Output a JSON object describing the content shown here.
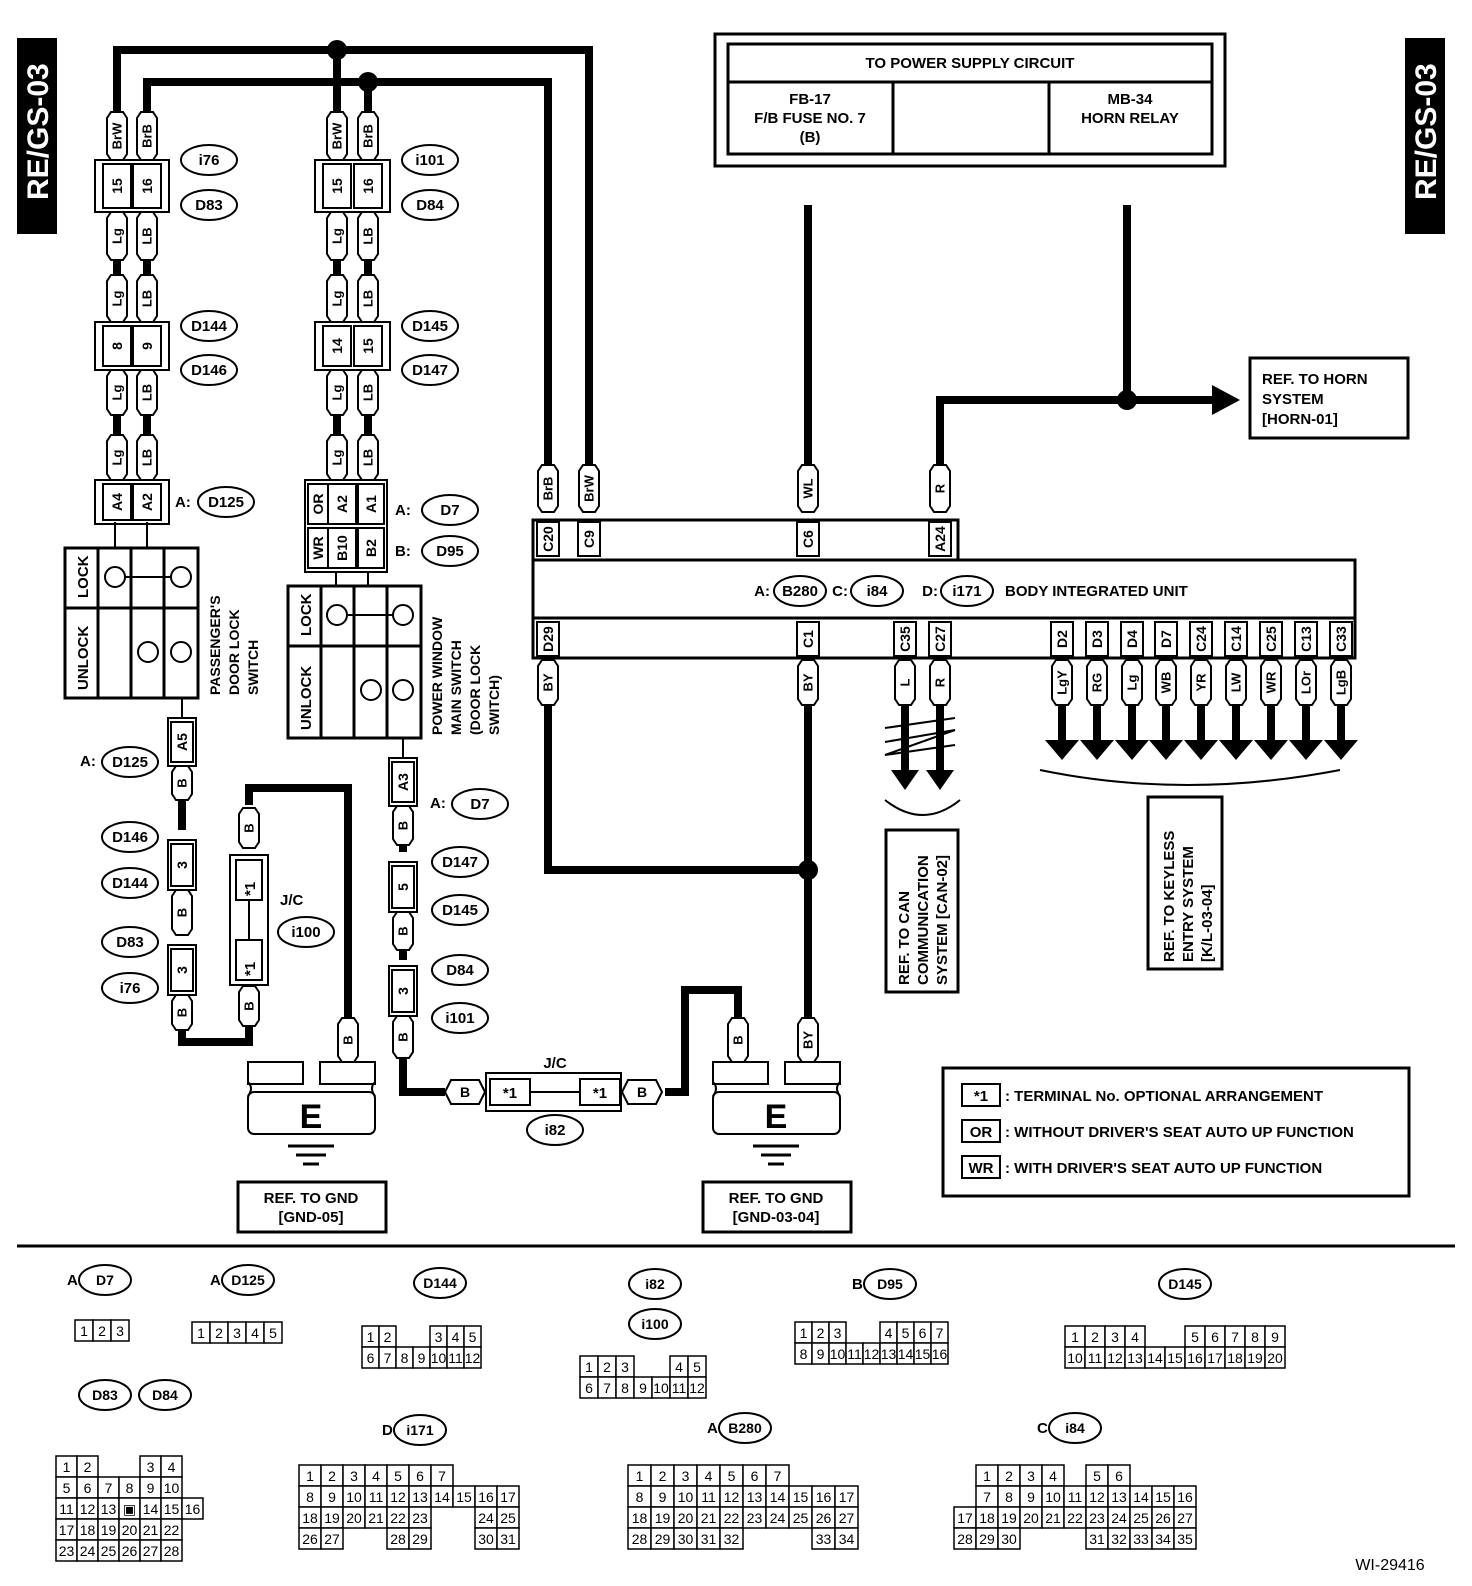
{
  "page_tag": "RE/GS-03",
  "figure_id": "WI-29416",
  "colors": {
    "ink": "#000000",
    "paper": "#ffffff"
  },
  "power_supply": {
    "title": "TO POWER SUPPLY CIRCUIT",
    "left": [
      "FB-17",
      "F/B FUSE NO. 7",
      "(B)"
    ],
    "right": [
      "MB-34",
      "HORN RELAY"
    ],
    "left_wire": "WL",
    "right_wire": "R"
  },
  "horn_ref": [
    "REF. TO HORN",
    "SYSTEM",
    "[HORN-01]"
  ],
  "left_harness": {
    "wires_top": [
      "BrW",
      "BrB"
    ],
    "conn1_pins": [
      "15",
      "16"
    ],
    "conn1_ids": [
      "i76",
      "D83"
    ],
    "wires_mid1": [
      "Lg",
      "LB"
    ],
    "wires_mid2": [
      "Lg",
      "LB"
    ],
    "conn2_pins": [
      "8",
      "9"
    ],
    "conn2_ids": [
      "D144",
      "D146"
    ],
    "wires_mid3": [
      "Lg",
      "LB"
    ],
    "wires_mid4": [
      "Lg",
      "LB"
    ],
    "conn3_pins": [
      "A4",
      "A2"
    ],
    "conn3_prefix": "A:",
    "conn3_id": "D125",
    "switch_rows": [
      "LOCK",
      "UNLOCK"
    ],
    "switch_label": [
      "PASSENGER'S",
      "DOOR LOCK",
      "SWITCH"
    ],
    "bottom_pin": "A5",
    "bottom_prefix": "A:",
    "bottom_id": "D125",
    "ground_chain": [
      {
        "wire": "B"
      },
      {
        "pin": "3",
        "ids": [
          "D146",
          "D144"
        ]
      },
      {
        "wire": "B"
      },
      {
        "pin": "3",
        "ids": [
          "D83",
          "i76"
        ]
      },
      {
        "wire": "B"
      }
    ]
  },
  "mid_harness": {
    "wires_top": [
      "BrW",
      "BrB"
    ],
    "conn1_pins": [
      "15",
      "16"
    ],
    "conn1_ids": [
      "i101",
      "D84"
    ],
    "wires_mid1": [
      "Lg",
      "LB"
    ],
    "wires_mid2": [
      "Lg",
      "LB"
    ],
    "conn2_pins": [
      "14",
      "15"
    ],
    "conn2_ids": [
      "D145",
      "D147"
    ],
    "wires_mid3": [
      "Lg",
      "LB"
    ],
    "wires_mid4": [
      "Lg",
      "LB"
    ],
    "conn3_rows": [
      [
        "OR",
        "A2",
        "A1"
      ],
      [
        "WR",
        "B10",
        "B2"
      ]
    ],
    "conn3_labels": [
      {
        "prefix": "A:",
        "id": "D7"
      },
      {
        "prefix": "B:",
        "id": "D95"
      }
    ],
    "switch_rows": [
      "LOCK",
      "UNLOCK"
    ],
    "switch_label": [
      "POWER WINDOW",
      "MAIN SWITCH",
      "(DOOR LOCK",
      "SWITCH)"
    ],
    "bottom_pin": "A3",
    "bottom_prefix": "A:",
    "bottom_id": "D7",
    "ground_chain": [
      {
        "wire": "B"
      },
      {
        "pin": "5",
        "ids": [
          "D147",
          "D145"
        ]
      },
      {
        "wire": "B"
      },
      {
        "pin": "3",
        "ids": [
          "D84",
          "i101"
        ]
      },
      {
        "wire": "B"
      }
    ]
  },
  "jc_left": {
    "label": "J/C",
    "id": "i100",
    "pin": "*1",
    "wire": "B"
  },
  "jc_mid": {
    "label": "J/C",
    "id": "i82",
    "pin": "*1",
    "wire": "B"
  },
  "grounds": [
    {
      "letter": "E",
      "wires": [
        "B"
      ],
      "ref": [
        "REF. TO GND",
        "[GND-05]"
      ]
    },
    {
      "letter": "E",
      "wires": [
        "B",
        "BY"
      ],
      "ref": [
        "REF. TO GND",
        "[GND-03-04]"
      ]
    }
  ],
  "biu": {
    "title": "BODY INTEGRATED UNIT",
    "connectors": [
      {
        "prefix": "A:",
        "id": "B280"
      },
      {
        "prefix": "C:",
        "id": "i84"
      },
      {
        "prefix": "D:",
        "id": "i171"
      }
    ],
    "top_pins": [
      {
        "pin": "C20",
        "wire": "BrB"
      },
      {
        "pin": "C9",
        "wire": "BrW"
      },
      {
        "pin": "C6",
        "wire": "WL"
      },
      {
        "pin": "A24",
        "wire": "R"
      }
    ],
    "bottom_pins": [
      {
        "pin": "D29",
        "wire": "BY"
      },
      {
        "pin": "C1",
        "wire": "BY"
      },
      {
        "pin": "C35",
        "wire": "L"
      },
      {
        "pin": "C27",
        "wire": "R"
      },
      {
        "pin": "D2",
        "wire": "LgY"
      },
      {
        "pin": "D3",
        "wire": "RG"
      },
      {
        "pin": "D4",
        "wire": "Lg"
      },
      {
        "pin": "D7",
        "wire": "WB"
      },
      {
        "pin": "C24",
        "wire": "YR"
      },
      {
        "pin": "C14",
        "wire": "LW"
      },
      {
        "pin": "C25",
        "wire": "WR"
      },
      {
        "pin": "C13",
        "wire": "LOr"
      },
      {
        "pin": "C33",
        "wire": "LgB"
      }
    ]
  },
  "can_ref": [
    "REF. TO CAN",
    "COMMUNICATION",
    "SYSTEM [CAN-02]"
  ],
  "keyless_ref": [
    "REF. TO KEYLESS",
    "ENTRY SYSTEM",
    "[K/L-03-04]"
  ],
  "legend": [
    {
      "symbol": "*1",
      "text": ": TERMINAL No. OPTIONAL ARRANGEMENT"
    },
    {
      "symbol": "OR",
      "text": ": WITHOUT DRIVER'S SEAT AUTO UP FUNCTION"
    },
    {
      "symbol": "WR",
      "text": ": WITH DRIVER'S SEAT AUTO UP FUNCTION"
    }
  ],
  "connector_faces": [
    {
      "name": "D7",
      "prefix": "A:",
      "rows": [
        [
          "1",
          "2",
          "3"
        ]
      ]
    },
    {
      "name": "D125",
      "prefix": "A:",
      "rows": [
        [
          "1",
          "2",
          "3",
          "4",
          "5"
        ]
      ]
    },
    {
      "name": "D144",
      "prefix": "",
      "rows": [
        [
          "1",
          "2",
          "",
          "",
          "3",
          "4",
          "5"
        ],
        [
          "6",
          "7",
          "8",
          "9",
          "10",
          "11",
          "12"
        ]
      ]
    },
    {
      "name": "i82 / i100",
      "prefix": "",
      "ids": [
        "i82",
        "i100"
      ],
      "rows": [
        [
          "1",
          "2",
          "3",
          "",
          "",
          "4",
          "5"
        ],
        [
          "6",
          "7",
          "8",
          "9",
          "10",
          "11",
          "12"
        ]
      ]
    },
    {
      "name": "D95",
      "prefix": "B:",
      "rows": [
        [
          "1",
          "2",
          "3",
          "",
          "",
          "4",
          "5",
          "6",
          "7"
        ],
        [
          "8",
          "9",
          "10",
          "11",
          "12",
          "13",
          "14",
          "15",
          "16"
        ]
      ]
    },
    {
      "name": "D145",
      "prefix": "",
      "rows": [
        [
          "1",
          "2",
          "3",
          "4",
          "",
          "",
          "5",
          "6",
          "7",
          "8",
          "9"
        ],
        [
          "10",
          "11",
          "12",
          "13",
          "14",
          "15",
          "16",
          "17",
          "18",
          "19",
          "20"
        ]
      ]
    },
    {
      "name": "D83 / D84",
      "prefix": "",
      "ids": [
        "D83",
        "D84"
      ],
      "rows": [
        [
          "1",
          "2",
          "",
          "",
          "3",
          "4"
        ],
        [
          "5",
          "6",
          "7",
          "8",
          "9",
          "10"
        ],
        [
          "11",
          "12",
          "13",
          "▣",
          "14",
          "15",
          "16"
        ],
        [
          "17",
          "18",
          "19",
          "20",
          "21",
          "22"
        ],
        [
          "23",
          "24",
          "25",
          "26",
          "27",
          "28"
        ]
      ]
    },
    {
      "name": "i171",
      "prefix": "D:",
      "rows": [
        [
          "1",
          "2",
          "3",
          "4",
          "5",
          "6",
          "7"
        ],
        [
          "8",
          "9",
          "10",
          "11",
          "12",
          "13",
          "14",
          "15",
          "16",
          "17"
        ],
        [
          "18",
          "19",
          "20",
          "21",
          "22",
          "23",
          "",
          "",
          "24",
          "25"
        ],
        [
          "26",
          "27",
          "",
          "",
          "28",
          "29",
          "",
          "",
          "30",
          "31"
        ]
      ]
    },
    {
      "name": "B280",
      "prefix": "A:",
      "rows": [
        [
          "1",
          "2",
          "3",
          "4",
          "5",
          "6",
          "7"
        ],
        [
          "8",
          "9",
          "10",
          "11",
          "12",
          "13",
          "14",
          "15",
          "16",
          "17"
        ],
        [
          "18",
          "19",
          "20",
          "21",
          "22",
          "23",
          "24",
          "25",
          "26",
          "27"
        ],
        [
          "28",
          "29",
          "30",
          "31",
          "32",
          "",
          "",
          "",
          "33",
          "34"
        ]
      ]
    },
    {
      "name": "i84",
      "prefix": "C:",
      "rows": [
        [
          "",
          "1",
          "2",
          "3",
          "4",
          "",
          "5",
          "6"
        ],
        [
          "",
          "7",
          "8",
          "9",
          "10",
          "11",
          "12",
          "13",
          "14",
          "15",
          "16"
        ],
        [
          "17",
          "18",
          "19",
          "20",
          "21",
          "22",
          "23",
          "24",
          "25",
          "26",
          "27"
        ],
        [
          "28",
          "29",
          "30",
          "",
          "",
          "",
          "31",
          "32",
          "33",
          "34",
          "35"
        ]
      ]
    }
  ]
}
